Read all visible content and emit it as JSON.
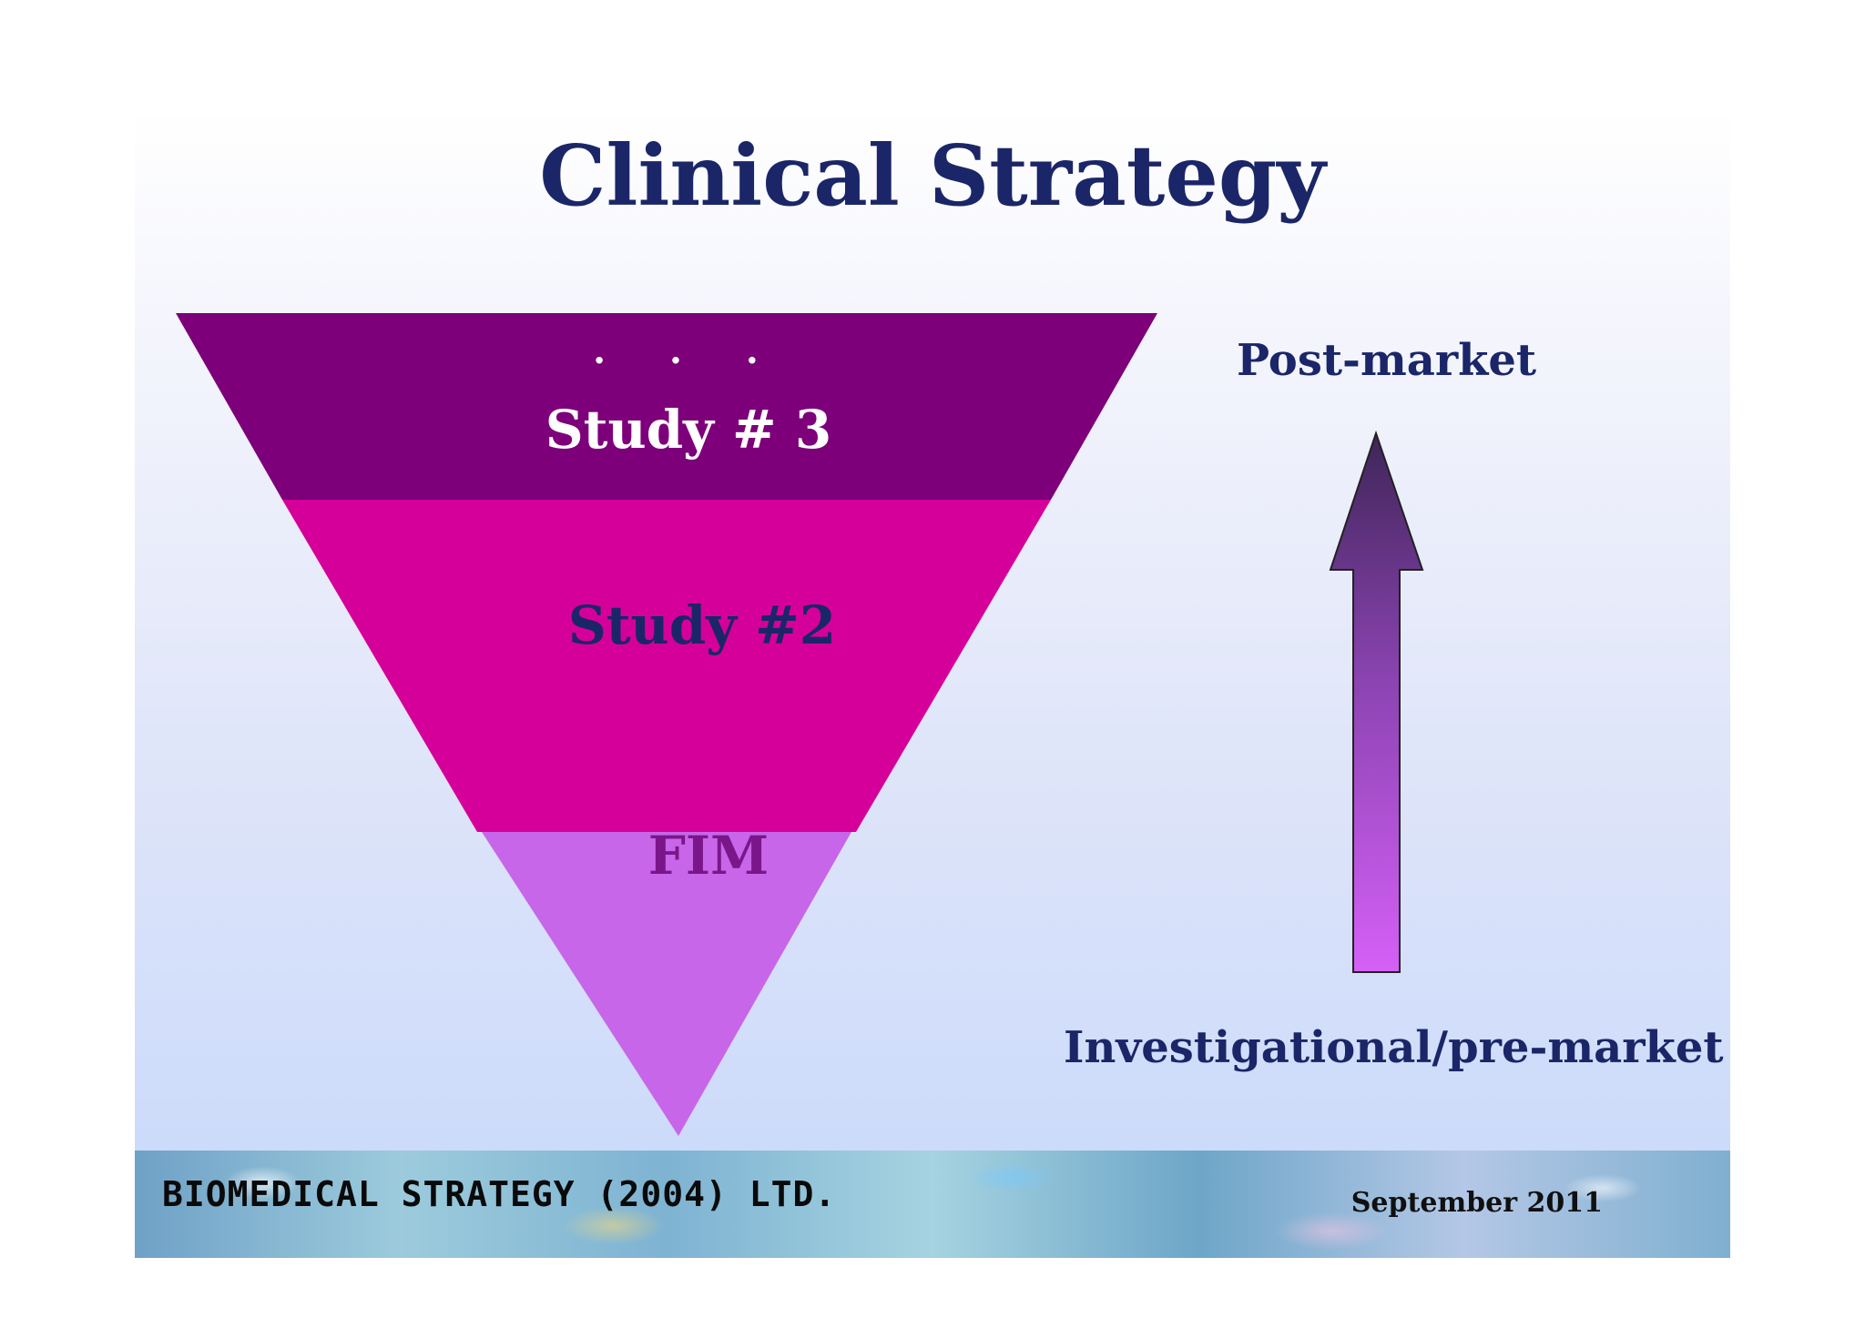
{
  "title": "Clinical Strategy",
  "funnel": {
    "top": {
      "ellipsis": ". . .",
      "label": "Study # 3",
      "color": "#7d007a",
      "label_color": "#ffffff"
    },
    "middle": {
      "label": "Study #2",
      "color": "#d5009a",
      "label_color": "#1b2668"
    },
    "bottom": {
      "label": "FIM",
      "color": "#c766e8",
      "label_color": "#7a168a"
    }
  },
  "arrow": {
    "top_label": "Post-market",
    "bottom_label": "Investigational/pre-market",
    "gradient_top": "#3f2558",
    "gradient_bottom": "#d560f7"
  },
  "footer": {
    "company": "BioMedical Strategy (2004) Ltd.",
    "date": "September 2011"
  }
}
